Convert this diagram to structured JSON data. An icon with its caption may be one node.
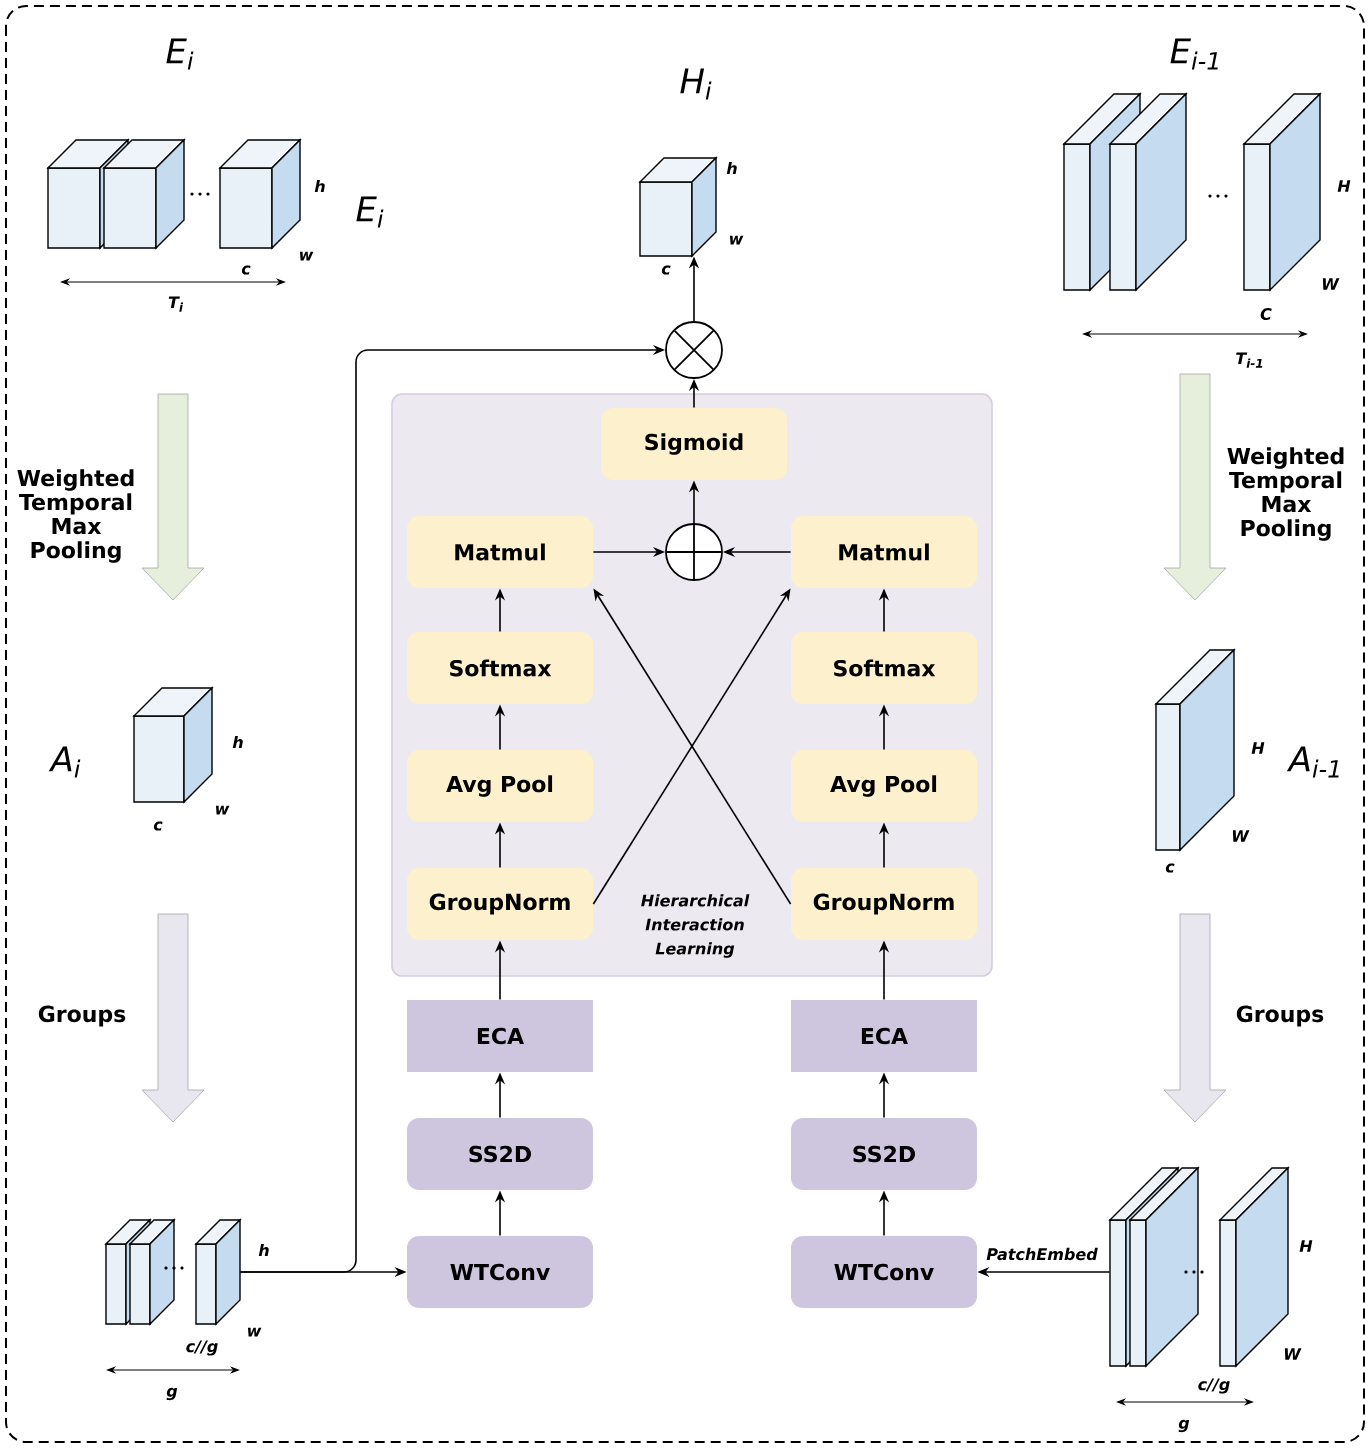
{
  "diagram": {
    "nodes": [
      {
        "text": [
          "Hierarchical Interaction Learning"
        ]
      },
      {
        "text": [
          "Sigmoid"
        ],
        "in": 0
      },
      {
        "text": [
          "Matmul"
        ],
        "in": 0
      },
      {
        "text": [],
        "shape": "circle",
        "in": 0
      },
      {
        "text": [
          "Matmul"
        ],
        "in": 0
      },
      {
        "text": [
          "Softmax"
        ],
        "in": 0
      },
      {
        "text": [
          "Softmax"
        ],
        "in": 0
      },
      {
        "text": [
          "Avg Pool"
        ],
        "in": 0
      },
      {
        "text": [
          "Avg Pool"
        ],
        "in": 0
      },
      {
        "text": [
          "GroupNorm"
        ],
        "in": 0
      },
      {
        "text": [
          "GroupNorm"
        ],
        "in": 0
      },
      {
        "text": [
          "ECA"
        ]
      },
      {
        "text": [
          "ECA"
        ]
      },
      {
        "text": [
          "SS2D"
        ]
      },
      {
        "text": [
          "SS2D"
        ]
      },
      {
        "text": [
          "WTConv"
        ]
      },
      {
        "text": [
          "WTConv"
        ]
      },
      {
        "text": [],
        "shape": "circle"
      },
      {
        "text": [],
        "shape": "cube",
        "beside": [
          "h",
          "c",
          "w"
        ]
      },
      {
        "text": [],
        "shape": "cube",
        "beside": [
          "h",
          "w",
          "c//g"
        ]
      },
      {
        "text": [],
        "shape": "cube",
        "beside": [
          "H",
          "W",
          "c//g"
        ]
      }
    ],
    "edges": [
      {
        "from": 15,
        "to": 13,
        "arrow": "to"
      },
      {
        "from": 13,
        "to": 11,
        "arrow": "to"
      },
      {
        "from": 11,
        "to": 9,
        "arrow": "to"
      },
      {
        "from": 9,
        "to": 7,
        "arrow": "to"
      },
      {
        "from": 7,
        "to": 5,
        "arrow": "to"
      },
      {
        "from": 5,
        "to": 2,
        "arrow": "to"
      },
      {
        "from": 2,
        "to": 3,
        "arrow": "to"
      },
      {
        "from": 9,
        "to": 4,
        "arrow": "to"
      },
      {
        "from": 16,
        "to": 14,
        "arrow": "to"
      },
      {
        "from": 14,
        "to": 12,
        "arrow": "to"
      },
      {
        "from": 12,
        "to": 10,
        "arrow": "to"
      },
      {
        "from": 10,
        "to": 8,
        "arrow": "to"
      },
      {
        "from": 8,
        "to": 6,
        "arrow": "to"
      },
      {
        "from": 6,
        "to": 4,
        "arrow": "to"
      },
      {
        "from": 4,
        "to": 3,
        "arrow": "to"
      },
      {
        "from": 10,
        "to": 2,
        "arrow": "to"
      },
      {
        "from": 3,
        "to": 1,
        "arrow": "to"
      },
      {
        "from": 1,
        "to": 17,
        "arrow": "to"
      },
      {
        "from": 17,
        "to": 18,
        "arrow": "to"
      },
      {
        "from": 19,
        "to": 15,
        "arrow": "to"
      },
      {
        "from": 19,
        "to": 17,
        "arrow": "to"
      },
      {
        "from": 20,
        "to": 16,
        "arrow": "to",
        "label": "PatchEmbed"
      }
    ],
    "labels": [
      "E$_{i}$",
      "H$_{i}$",
      "E$_{i-1}$",
      "h",
      "E$_{i}$",
      "w",
      "c",
      "T$_{i}$",
      "H",
      "W",
      "C",
      "T$_{i-1}$",
      "Weighted Temporal Max Pooling",
      "Weighted Temporal Max Pooling",
      "A$_{i}$",
      "h",
      "w",
      "c",
      "H",
      "A$_{i-1}$",
      "W",
      "c",
      "Groups",
      "Groups",
      "g",
      "g"
    ]
  }
}
